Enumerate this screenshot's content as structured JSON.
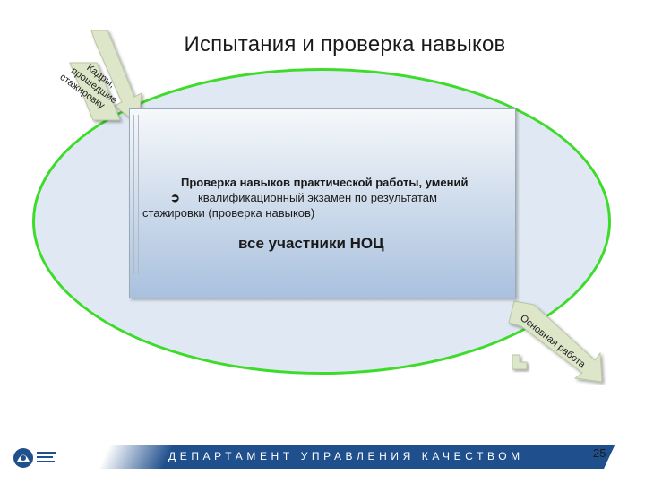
{
  "slide": {
    "title": "Испытания и проверка навыков",
    "page_number": "25"
  },
  "arrow_in": {
    "lines": [
      "Кадры,",
      "прошедшие",
      "стажировку"
    ]
  },
  "arrow_out": {
    "label": "Основная работа"
  },
  "main_box": {
    "heading": "Проверка навыков практической работы, умений",
    "bullet_symbol": "➲",
    "bullet_line1": "квалификационный экзамен по результатам",
    "bullet_line2": "стажировки (проверка навыков)",
    "participants": "все участники НОЦ"
  },
  "footer": {
    "department": "ДЕПАРТАМЕНТ УПРАВЛЕНИЯ КАЧЕСТВОМ",
    "logo_icon": "rosatom-logo-icon"
  },
  "colors": {
    "ellipse_border": "#3ddc2a",
    "ellipse_fill": "#dfe8f3",
    "footer_bar": "#1f4f8c",
    "arrow_fill": "#dde6c8"
  }
}
